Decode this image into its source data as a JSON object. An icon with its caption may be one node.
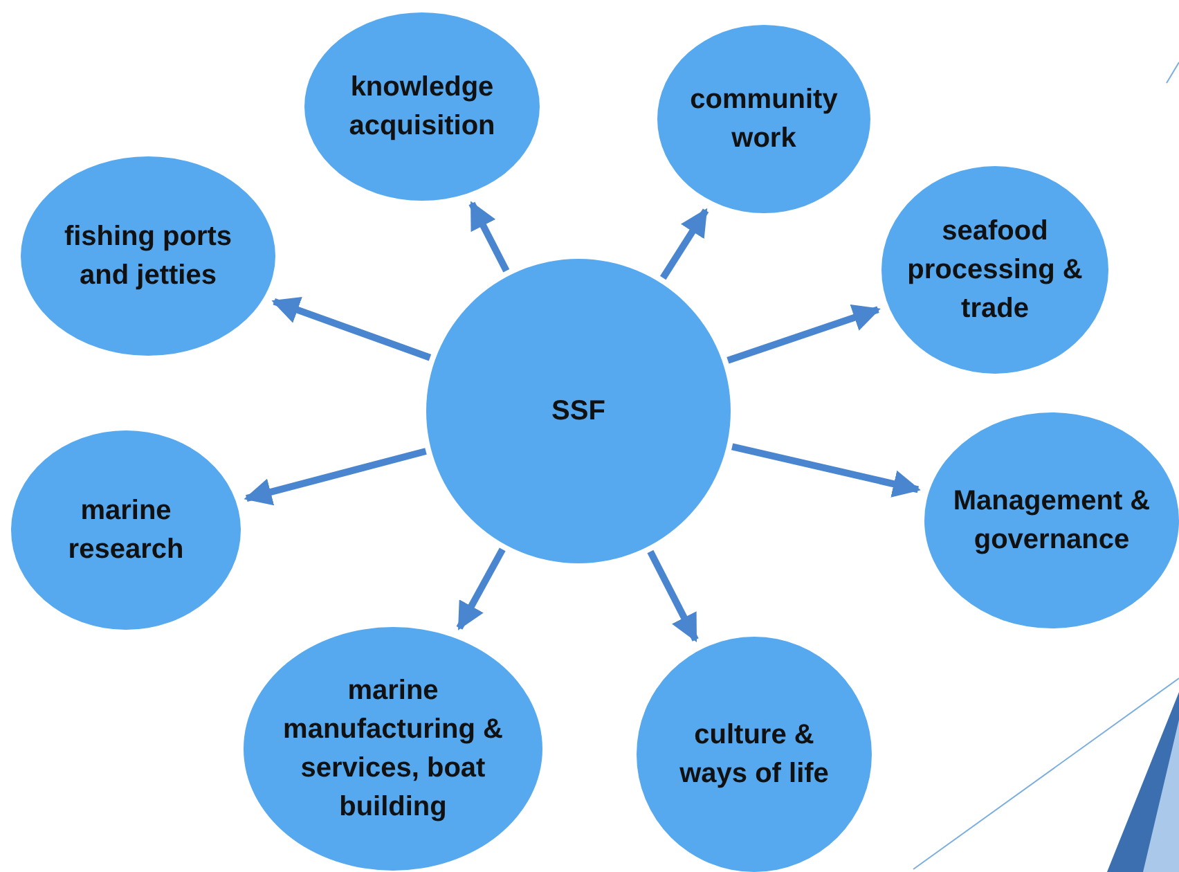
{
  "diagram": {
    "nodes": [
      {
        "text": [
          "SSF"
        ]
      },
      {
        "text": [
          "knowledge acquisition"
        ]
      },
      {
        "text": [
          "community work"
        ]
      },
      {
        "text": [
          "fishing ports and jetties"
        ]
      },
      {
        "text": [
          "seafood processing & trade"
        ]
      },
      {
        "text": [
          "marine research"
        ]
      },
      {
        "text": [
          "Management & governance"
        ]
      },
      {
        "text": [
          "marine manufacturing & services, boat building"
        ]
      },
      {
        "text": [
          "culture & ways of life"
        ]
      }
    ],
    "edges": [
      {
        "from": 0,
        "to": 1,
        "arrow": "to"
      },
      {
        "from": 0,
        "to": 2,
        "arrow": "to"
      },
      {
        "from": 0,
        "to": 3,
        "arrow": "to"
      },
      {
        "from": 0,
        "to": 4,
        "arrow": "to"
      },
      {
        "from": 0,
        "to": 5,
        "arrow": "to"
      },
      {
        "from": 0,
        "to": 6,
        "arrow": "to"
      },
      {
        "from": 0,
        "to": 7,
        "arrow": "to"
      },
      {
        "from": 0,
        "to": 8,
        "arrow": "to"
      }
    ]
  }
}
